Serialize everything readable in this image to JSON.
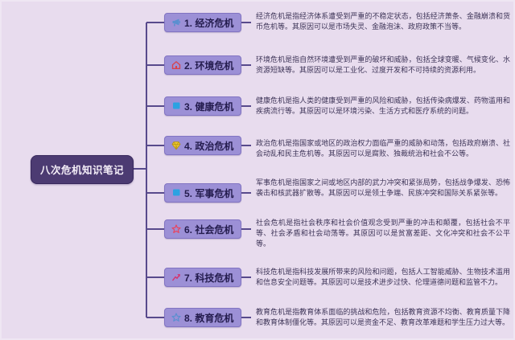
{
  "page": {
    "background_color": "#e8dcee",
    "line_color": "#584a8c"
  },
  "root": {
    "label": "八次危机知识笔记",
    "background_color": "#4c3b72",
    "text_color": "#f4eef8"
  },
  "branch_style": {
    "background_color": "#9c90d6",
    "text_color": "#241c4e"
  },
  "branches": [
    {
      "label": "1. 经济危机",
      "icon": "megaphone-icon",
      "icon_color": "#5b8fd0",
      "desc": "经济危机是指经济体系遭受到严重的不稳定状态，包括经济萧条、金融崩溃和货币危机等。其原因可以是市场失灵、金融泡沫、政府政策不当等。"
    },
    {
      "label": "2. 环境危机",
      "icon": "house-icon",
      "icon_color": "#d8414b",
      "desc": "环境危机是指自然环境遭受到严重的破坏和威胁，包括全球变暖、气候变化、水资源短缺等。其原因可以是工业化、过度开发和不可持续的资源利用。"
    },
    {
      "label": "3. 健康危机",
      "icon": "flag-icon",
      "icon_color": "#2ba2e2",
      "desc": "健康危机是指人类的健康受到严重的风险和威胁，包括传染病爆发、药物滥用和疾病流行等。其原因可以是环境污染、生活方式和医疗系统的问题。"
    },
    {
      "label": "4. 政治危机",
      "icon": "gem-icon",
      "icon_color": "#ecc832",
      "desc": "政治危机是指国家或地区的政治权力面临严重的威胁和动荡，包括政府崩溃、社会动乱和民主危机等。其原因可以是腐败、独裁统治和社会不公等。"
    },
    {
      "label": "5. 军事危机",
      "icon": "flag-icon",
      "icon_color": "#2ba2e2",
      "desc": "军事危机是指国家之间或地区内部的武力冲突和紧张局势，包括战争爆发、恐怖袭击和核武器扩散等。其原因可以是领土争端、民族冲突和国际关系紧张等。"
    },
    {
      "label": "6. 社会危机",
      "icon": "star-icon",
      "icon_color": "#e8455f",
      "desc": "社会危机是指社会秩序和社会价值观念受到严重的冲击和颠覆，包括社会不平等、社会矛盾和社会动荡等。其原因可以是贫富差距、文化冲突和社会不公平等。"
    },
    {
      "label": "7. 科技危机",
      "icon": "trend-arrow-icon",
      "icon_color": "#d6336c",
      "desc": "科技危机是指科技发展所带来的风险和问题，包括人工智能威胁、生物技术滥用和信息安全问题等。其原因可以是技术进步过快、伦理道德问题和监管不力。"
    },
    {
      "label": "8. 教育危机",
      "icon": "star-icon",
      "icon_color": "#5b8fd0",
      "desc": "教育危机是指教育体系面临的挑战和危险，包括教育资源不均衡、教育质量下降和教育体制僵化等。其原因可以是资金不足、教育改革难题和学生压力过大等。"
    }
  ]
}
